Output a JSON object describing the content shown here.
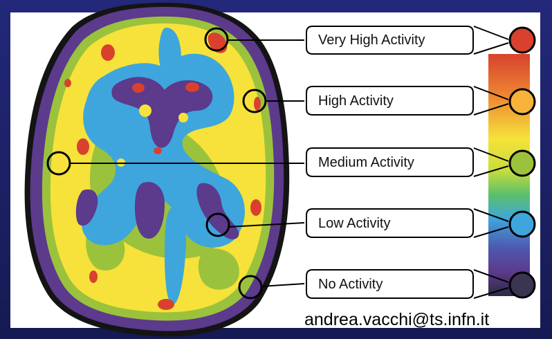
{
  "figure": {
    "labels": [
      {
        "text": "Very High Activity",
        "color": "#d9412e"
      },
      {
        "text": "High Activity",
        "color": "#f6b23a"
      },
      {
        "text": "Medium Activity",
        "color": "#9bc23c"
      },
      {
        "text": "Low Activity",
        "color": "#3ea6dc"
      },
      {
        "text": "No Activity",
        "color": "#3a3550"
      }
    ],
    "colorbar": [
      "#d9412e",
      "#ee8a32",
      "#f6e23a",
      "#c9dc3c",
      "#5cc06a",
      "#3ea6dc",
      "#4d59b0",
      "#5c3a8c",
      "#2d2a40"
    ],
    "credit": "andrea.vacchi@ts.infn.it"
  }
}
